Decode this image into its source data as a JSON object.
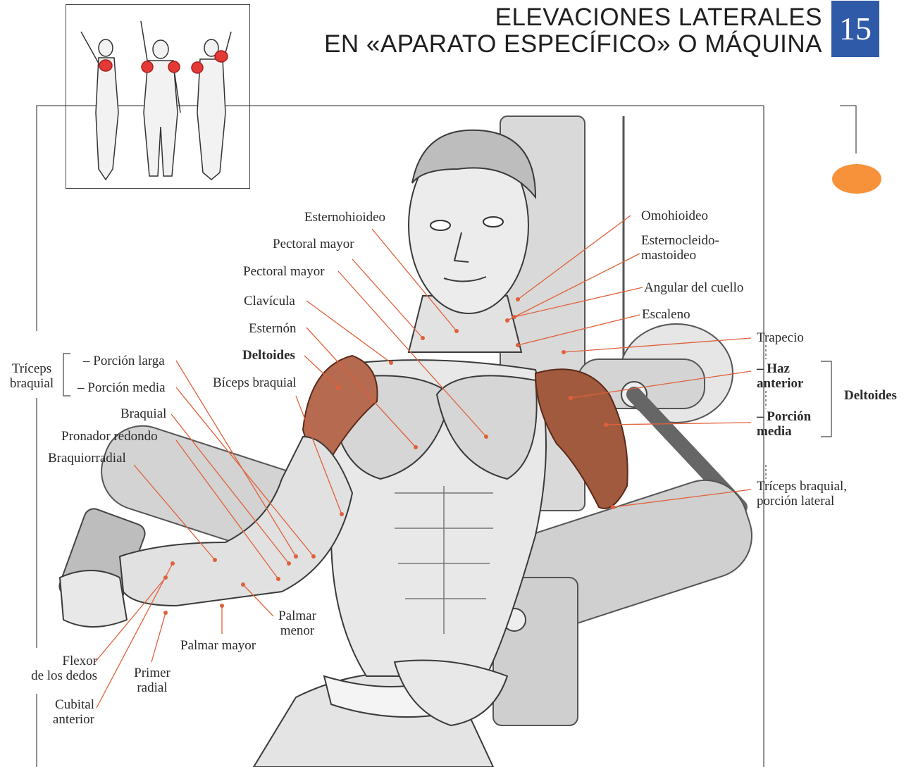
{
  "header": {
    "title_line1": "ELEVACIONES LATERALES",
    "title_line2": "EN «APARATO ESPECÍFICO» O MÁQUINA",
    "page_number": "15"
  },
  "colors": {
    "page_number_bg": "#2f5aa8",
    "tab_accent": "#f7923a",
    "leader_line": "#e0603a",
    "highlight_muscle": "#e63a3a"
  },
  "labels": {
    "esternohioideo": "Esternohioideo",
    "pectoral_mayor_1": "Pectoral mayor",
    "pectoral_mayor_2": "Pectoral mayor",
    "clavicula": "Clavícula",
    "esternon": "Esternón",
    "deltoides_left": "Deltoides",
    "biceps_braquial": "Bíceps braquial",
    "triceps_braquial_group_line1": "Tríceps",
    "triceps_braquial_group_line2": "braquial",
    "porcion_larga": "– Porción larga",
    "porcion_media": "– Porción media",
    "braquial": "Braquial",
    "pronador_redondo": "Pronador redondo",
    "braquiorradial": "Braquiorradial",
    "omohioideo": "Omohioideo",
    "esternocleido_line1": "Esternocleido-",
    "esternocleido_line2": "mastoideo",
    "angular_del_cuello": "Angular del cuello",
    "escaleno": "Escaleno",
    "trapecio": "Trapecio",
    "haz_anterior_line1": "– Haz",
    "haz_anterior_line2": "anterior",
    "porcion_media_right_line1": "– Porción",
    "porcion_media_right_line2": "media",
    "deltoides_right": "Deltoides",
    "triceps_lateral_line1": "Tríceps braquial,",
    "triceps_lateral_line2": "porción lateral",
    "palmar_menor_line1": "Palmar",
    "palmar_menor_line2": "menor",
    "palmar_mayor": "Palmar mayor",
    "flexor_line1": "Flexor",
    "flexor_line2": "de los dedos",
    "primer_radial_line1": "Primer",
    "primer_radial_line2": "radial",
    "cubital_line1": "Cubital",
    "cubital_line2": "anterior"
  }
}
